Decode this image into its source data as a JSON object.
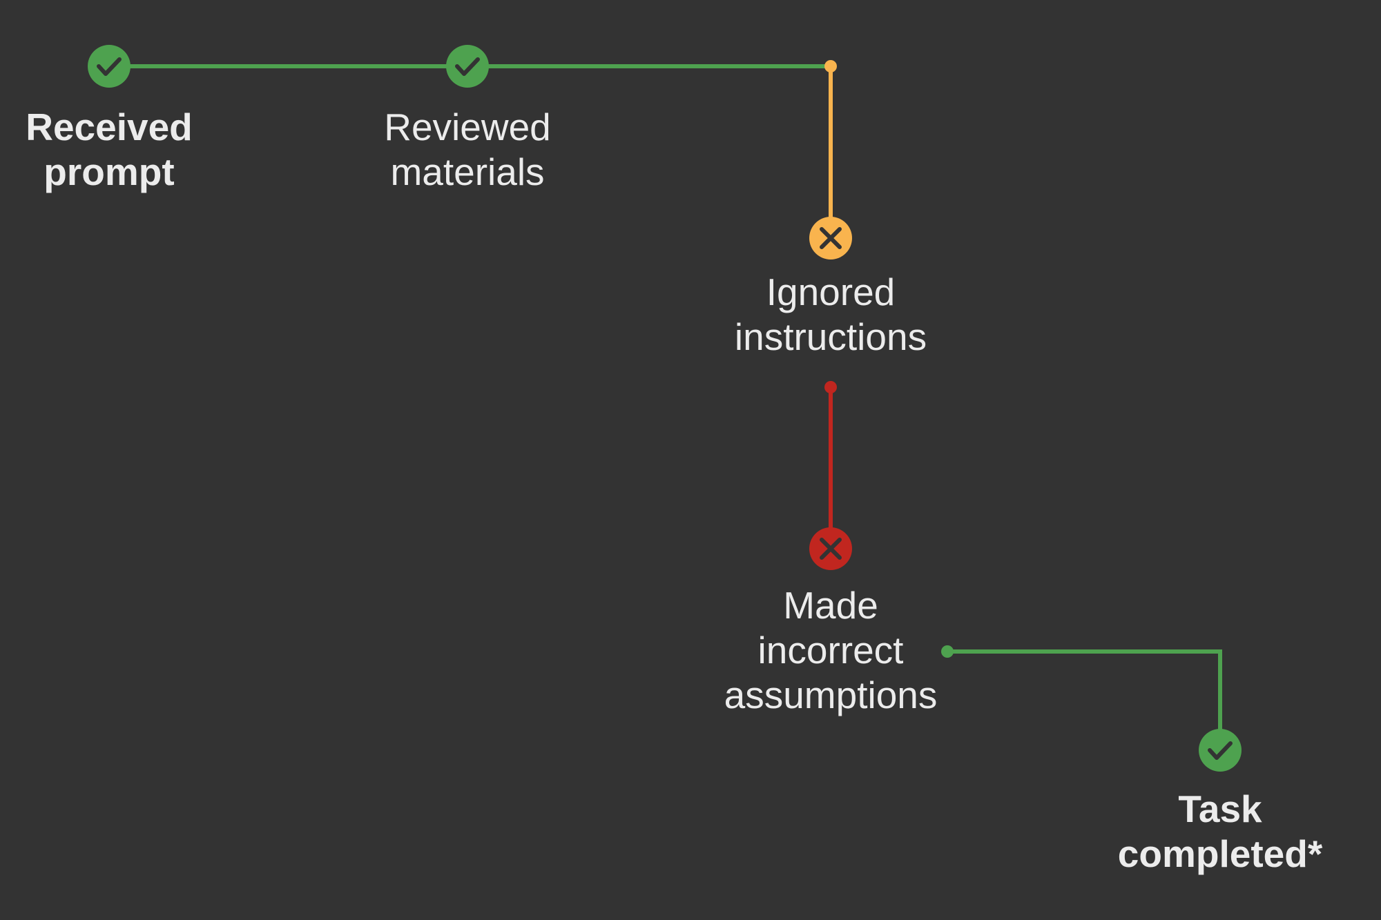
{
  "colors": {
    "background": "#333333",
    "success": "#4ea24f",
    "warning": "#f9b44e",
    "error": "#c1261f",
    "text": "#ececec",
    "icon_glyph": "#333333"
  },
  "steps": [
    {
      "id": "received",
      "label": "Received\nprompt",
      "status": "success",
      "icon": "check-icon",
      "bold": true
    },
    {
      "id": "reviewed",
      "label": "Reviewed\nmaterials",
      "status": "success",
      "icon": "check-icon",
      "bold": false
    },
    {
      "id": "ignored",
      "label": "Ignored\ninstructions",
      "status": "warning",
      "icon": "x-icon",
      "bold": false
    },
    {
      "id": "assumptions",
      "label": "Made\nincorrect\nassumptions",
      "status": "error",
      "icon": "x-icon",
      "bold": false
    },
    {
      "id": "completed",
      "label": "Task\ncompleted*",
      "status": "success",
      "icon": "check-icon",
      "bold": true
    }
  ]
}
